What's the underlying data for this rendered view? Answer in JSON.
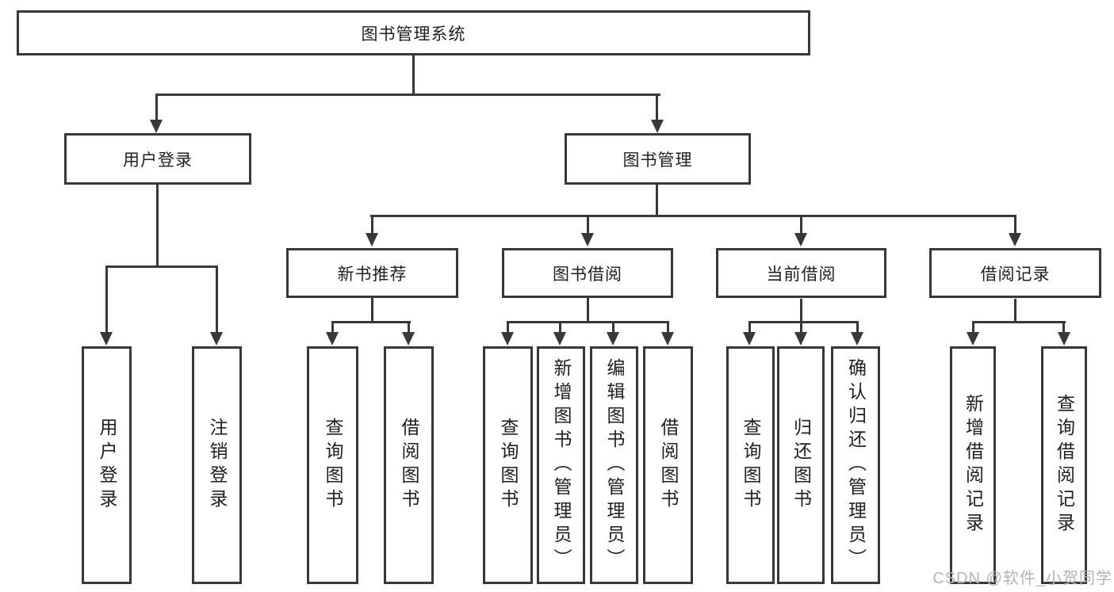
{
  "tree": {
    "root": {
      "label": "图书管理系统"
    },
    "login": {
      "label": "用户登录",
      "children": [
        {
          "label": "用户登录"
        },
        {
          "label": "注销登录"
        }
      ]
    },
    "mgmt": {
      "label": "图书管理",
      "sections": [
        {
          "label": "新书推荐",
          "children": [
            {
              "label": "查询图书"
            },
            {
              "label": "借阅图书"
            }
          ]
        },
        {
          "label": "图书借阅",
          "children": [
            {
              "label": "查询图书"
            },
            {
              "label": "新增图书（管理员）"
            },
            {
              "label": "编辑图书（管理员）"
            },
            {
              "label": "借阅图书"
            }
          ]
        },
        {
          "label": "当前借阅",
          "children": [
            {
              "label": "查询图书"
            },
            {
              "label": "归还图书"
            },
            {
              "label": "确认归还（管理员）"
            }
          ]
        },
        {
          "label": "借阅记录",
          "children": [
            {
              "label": "新增借阅记录"
            },
            {
              "label": "查询借阅记录"
            }
          ]
        }
      ]
    },
    "colors": {
      "line": "#383838",
      "text": "#1f1f1f",
      "watermark": "#b3b3b3",
      "background": "#ffffff"
    },
    "watermark": "CSDN @软件_小贺同学"
  }
}
